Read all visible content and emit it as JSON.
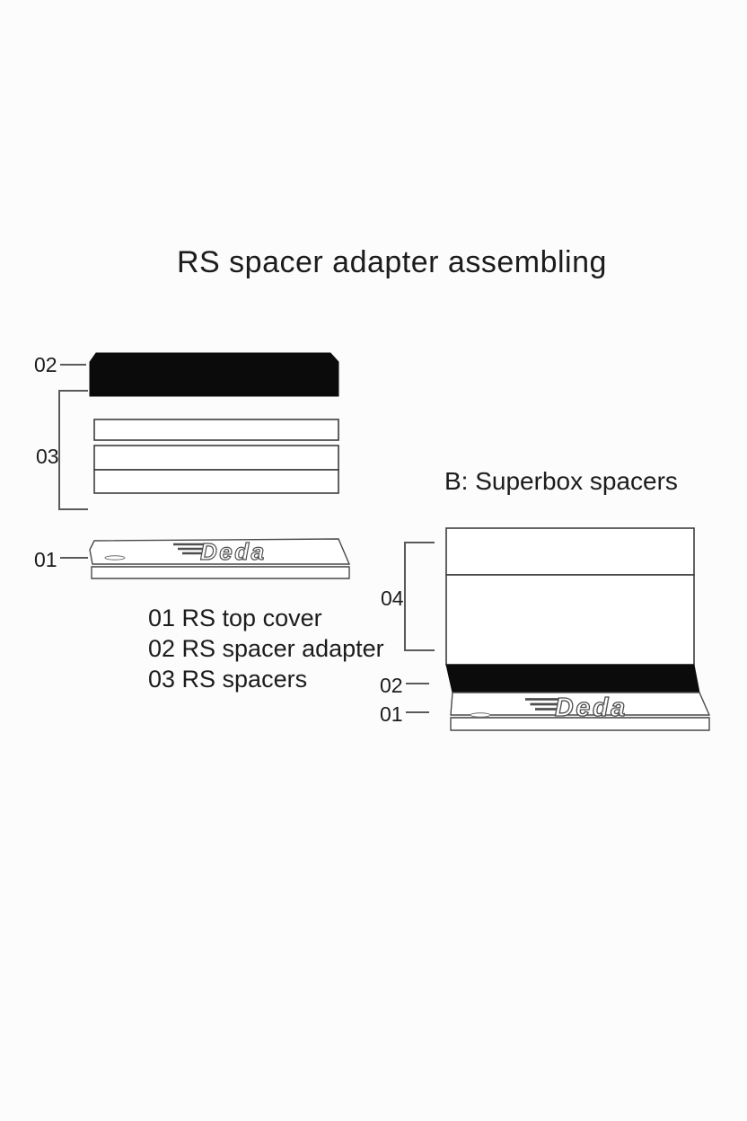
{
  "title": "RS spacer adapter assembling",
  "section_b": {
    "heading": "B: Superbox spacers"
  },
  "brand": {
    "logo_text": "Deda"
  },
  "diagram_a": {
    "labels": {
      "adapter": "02",
      "spacers": "03",
      "top_cover": "01"
    },
    "legend": [
      "01 RS top cover",
      "02 RS spacer adapter",
      "03 RS spacers"
    ]
  },
  "diagram_b": {
    "labels": {
      "spacers": "04",
      "adapter": "02",
      "top_cover": "01"
    }
  },
  "colors": {
    "ink": "#1c1c1c",
    "outline": "#3c3c3c",
    "leader_line": "#5a5a5a",
    "part_fill_black": "#0b0b0b",
    "part_fill_white": "#ffffff",
    "background": "#fcfcfc"
  }
}
